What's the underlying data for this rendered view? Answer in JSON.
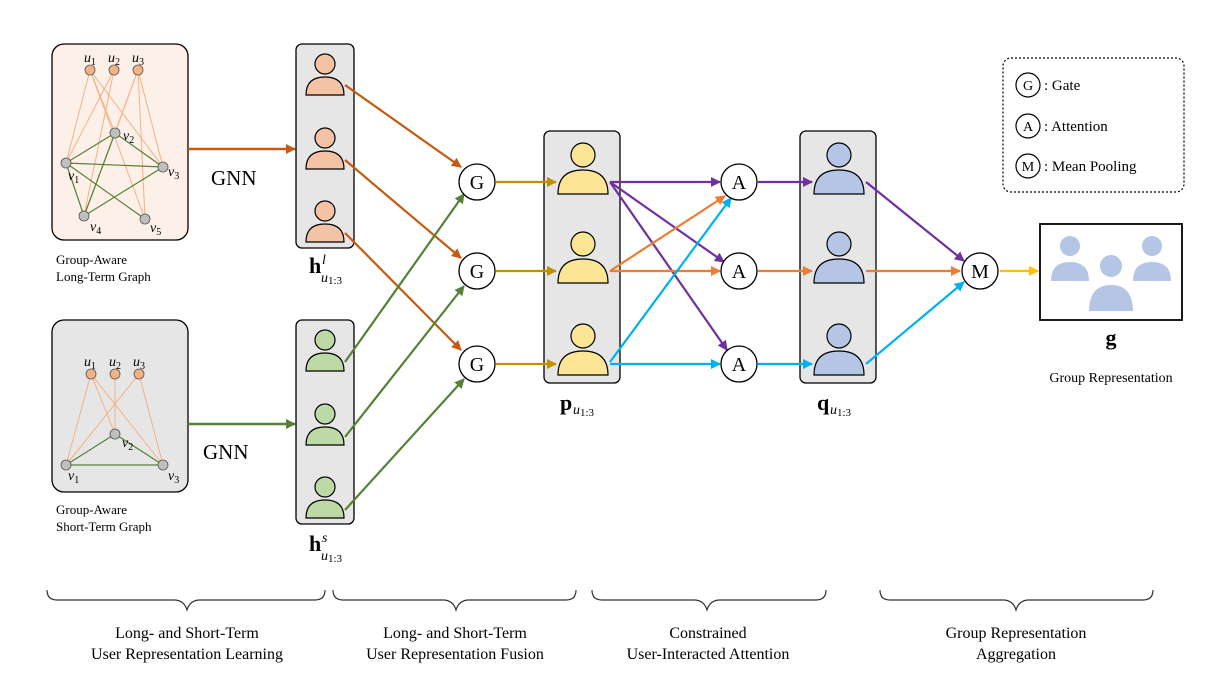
{
  "graphs": {
    "long_term": {
      "label_line1": "Group-Aware",
      "label_line2": "Long-Term Graph",
      "users": [
        "u1",
        "u2",
        "u3"
      ],
      "items": [
        "v1",
        "v2",
        "v3",
        "v4",
        "v5"
      ]
    },
    "short_term": {
      "label_line1": "Group-Aware",
      "label_line2": "Short-Term Graph",
      "users": [
        "u1",
        "u2",
        "u3"
      ],
      "items": [
        "v1",
        "v2",
        "v3"
      ]
    }
  },
  "gnn_label": "GNN",
  "notation": {
    "h_long": {
      "base": "h",
      "sup": "l",
      "sub": "u1:3"
    },
    "h_short": {
      "base": "h",
      "sup": "s",
      "sub": "u1:3"
    },
    "p": {
      "base": "p",
      "sub": "u1:3"
    },
    "q": {
      "base": "q",
      "sub": "u1:3"
    },
    "g": "g"
  },
  "operators": {
    "gate": "G",
    "attention": "A",
    "mean": "M"
  },
  "legend": [
    {
      "symbol": "G",
      "text": ": Gate"
    },
    {
      "symbol": "A",
      "text": ": Attention"
    },
    {
      "symbol": "M",
      "text": ": Mean Pooling"
    }
  ],
  "group_representation_label": "Group Representation",
  "stages": [
    {
      "line1": "Long- and Short-Term",
      "line2": "User Representation Learning"
    },
    {
      "line1": "Long- and Short-Term",
      "line2": "User Representation Fusion"
    },
    {
      "line1": "Constrained",
      "line2": "User-Interacted Attention"
    },
    {
      "line1": "Group Representation",
      "line2": "Aggregation"
    }
  ],
  "colors": {
    "long_term_user": "#f4c3a5",
    "short_term_user": "#bcd9a6",
    "fused_user": "#fde596",
    "attended_user": "#b4c5e6",
    "group_icon": "#b4c5e6",
    "long_arrow": "#c55a11",
    "short_arrow": "#548235",
    "gold_arrow": "#bf9000",
    "purple_arrow": "#7030a0",
    "orange_arrow": "#ed7d31",
    "cyan_arrow": "#00b0f0",
    "yellow_arrow": "#ffc000",
    "user_node": "#f4b183",
    "item_node": "#bfbfbf",
    "long_panel_bg": "#fdf0e9",
    "gray_panel_bg": "#e7e6e6"
  }
}
